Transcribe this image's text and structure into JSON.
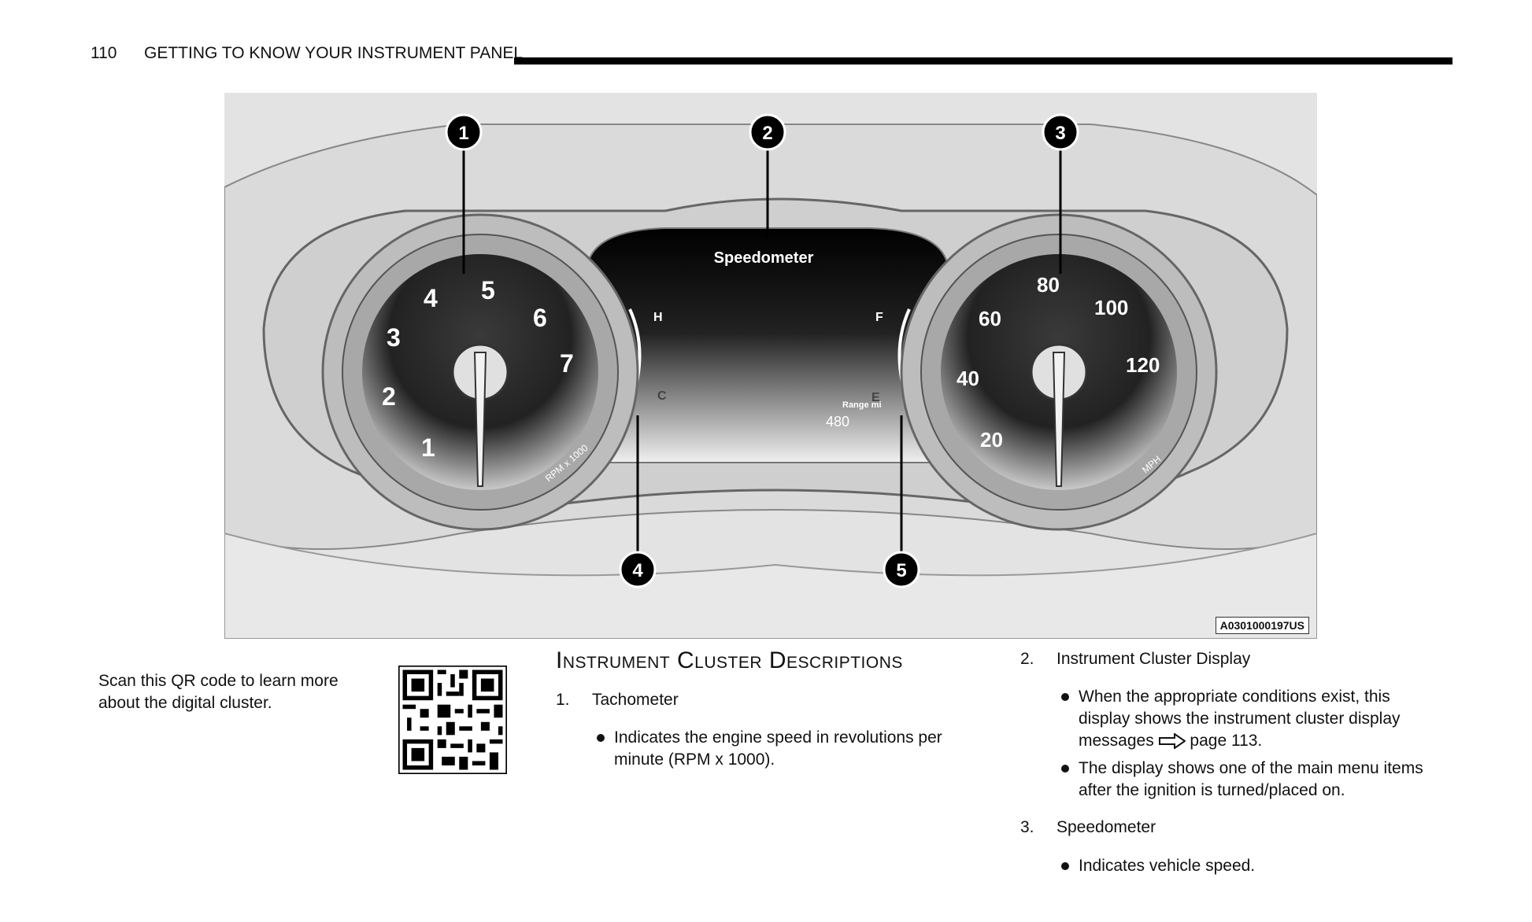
{
  "header": {
    "page_number": "110",
    "section_title": "GETTING TO KNOW YOUR INSTRUMENT PANEL"
  },
  "figure": {
    "code": "A0301000197US",
    "display_label": "Speedometer",
    "callouts": [
      "1",
      "2",
      "3",
      "4",
      "5"
    ],
    "tach_numbers": [
      "1",
      "2",
      "3",
      "4",
      "5",
      "6",
      "7"
    ],
    "tach_unit": "RPM x 1000",
    "speed_numbers": [
      "20",
      "40",
      "60",
      "80",
      "100",
      "120"
    ],
    "speed_unit": "MPH",
    "temp_high": "H",
    "temp_low": "C",
    "fuel_full": "F",
    "fuel_empty": "E",
    "range_label": "Range mi",
    "range_value": "480"
  },
  "qr": {
    "text": "Scan this QR code to learn more about the digital cluster."
  },
  "descriptions": {
    "title": "Instrument Cluster Descriptions",
    "items": [
      {
        "number": "1.",
        "label": "Tachometer",
        "bullets": [
          "Indicates the engine speed in revolutions per minute (RPM x 1000)."
        ]
      },
      {
        "number": "2.",
        "label": "Instrument Cluster Display",
        "bullets": [
          "When the appropriate conditions exist, this display shows the instrument cluster display messages",
          "The display shows one of the main menu items after the ignition is turned/placed on."
        ],
        "page_ref": "page 113."
      },
      {
        "number": "3.",
        "label": "Speedometer",
        "bullets": [
          "Indicates vehicle speed."
        ]
      }
    ]
  }
}
